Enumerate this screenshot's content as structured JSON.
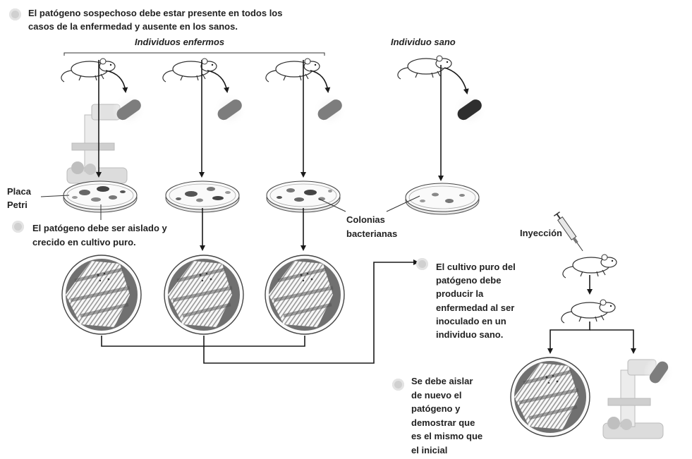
{
  "step1": {
    "text_line1": "El patógeno sospechoso debe estar presente en todos los",
    "text_line2": "casos de la enfermedad y ausente en los sanos."
  },
  "groups": {
    "sick": "Individuos enfermos",
    "healthy": "Individuo sano"
  },
  "labels": {
    "petri_line1": "Placa",
    "petri_line2": "Petri",
    "colonies_line1": "Colonias",
    "colonies_line2": "bacterianas",
    "injection": "Inyección"
  },
  "step2": {
    "text_line1": "El patógeno debe ser aislado y",
    "text_line2": "crecido en cultivo puro."
  },
  "step3": {
    "lines": [
      "El cultivo puro del",
      "patógeno debe",
      "producir la",
      "enfermedad al ser",
      "inoculado en un",
      "individuo sano."
    ]
  },
  "step4": {
    "lines": [
      "Se debe aislar",
      "de nuevo el",
      "patógeno y",
      "demostrar que",
      "es el mismo que",
      "el inicial"
    ]
  },
  "colors": {
    "bacteria_sick": "#7d7d7d",
    "bacteria_healthy": "#2e2e2e",
    "streak": "#6a6a6a",
    "arrow": "#1a1a1a"
  }
}
